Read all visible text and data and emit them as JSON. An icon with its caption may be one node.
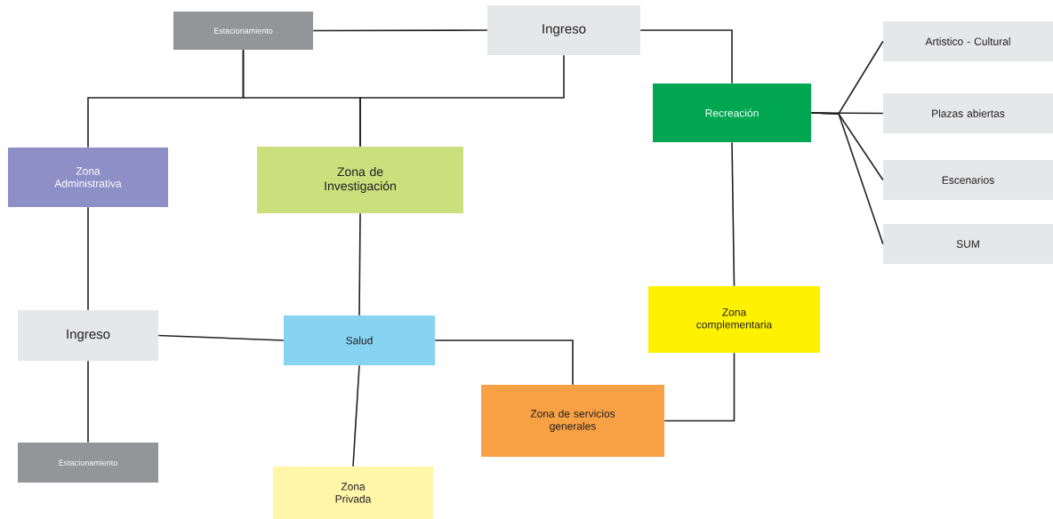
{
  "diagram": {
    "nodes": [
      {
        "text": [
          "Estacionamiento"
        ]
      },
      {
        "text": [
          "Ingreso"
        ]
      },
      {
        "text": [
          "Artistico - Cultural"
        ]
      },
      {
        "text": [
          "Recreación"
        ]
      },
      {
        "text": [
          "Plazas abiertas"
        ]
      },
      {
        "text": [
          "Zona Administrativa"
        ]
      },
      {
        "text": [
          "Zona de Investigación"
        ]
      },
      {
        "text": [
          "Escenarios"
        ]
      },
      {
        "text": [
          "SUM"
        ]
      },
      {
        "text": [
          "Zona complementaria"
        ]
      },
      {
        "text": [
          "Ingreso"
        ]
      },
      {
        "text": [
          "Salud"
        ]
      },
      {
        "text": [
          "Zona de servicios generales"
        ]
      },
      {
        "text": [
          "Estacionamiento"
        ]
      },
      {
        "text": [
          "Zona Privada"
        ]
      }
    ],
    "edges": [
      {
        "from": 0,
        "to": 1,
        "arrow": "none"
      },
      {
        "from": 0,
        "to": 5,
        "arrow": "none"
      },
      {
        "from": 0,
        "to": 6,
        "arrow": "none"
      },
      {
        "from": 1,
        "to": 3,
        "arrow": "none"
      },
      {
        "from": 1,
        "to": 6,
        "arrow": "none"
      },
      {
        "from": 3,
        "to": 2,
        "arrow": "none"
      },
      {
        "from": 3,
        "to": 4,
        "arrow": "none"
      },
      {
        "from": 3,
        "to": 7,
        "arrow": "none"
      },
      {
        "from": 3,
        "to": 8,
        "arrow": "none"
      },
      {
        "from": 3,
        "to": 9,
        "arrow": "none"
      },
      {
        "from": 5,
        "to": 10,
        "arrow": "none"
      },
      {
        "from": 6,
        "to": 11,
        "arrow": "none"
      },
      {
        "from": 10,
        "to": 11,
        "arrow": "none"
      },
      {
        "from": 11,
        "to": 12,
        "arrow": "none"
      },
      {
        "from": 9,
        "to": 12,
        "arrow": "none"
      },
      {
        "from": 10,
        "to": 13,
        "arrow": "none"
      },
      {
        "from": 11,
        "to": 14,
        "arrow": "none"
      }
    ]
  }
}
